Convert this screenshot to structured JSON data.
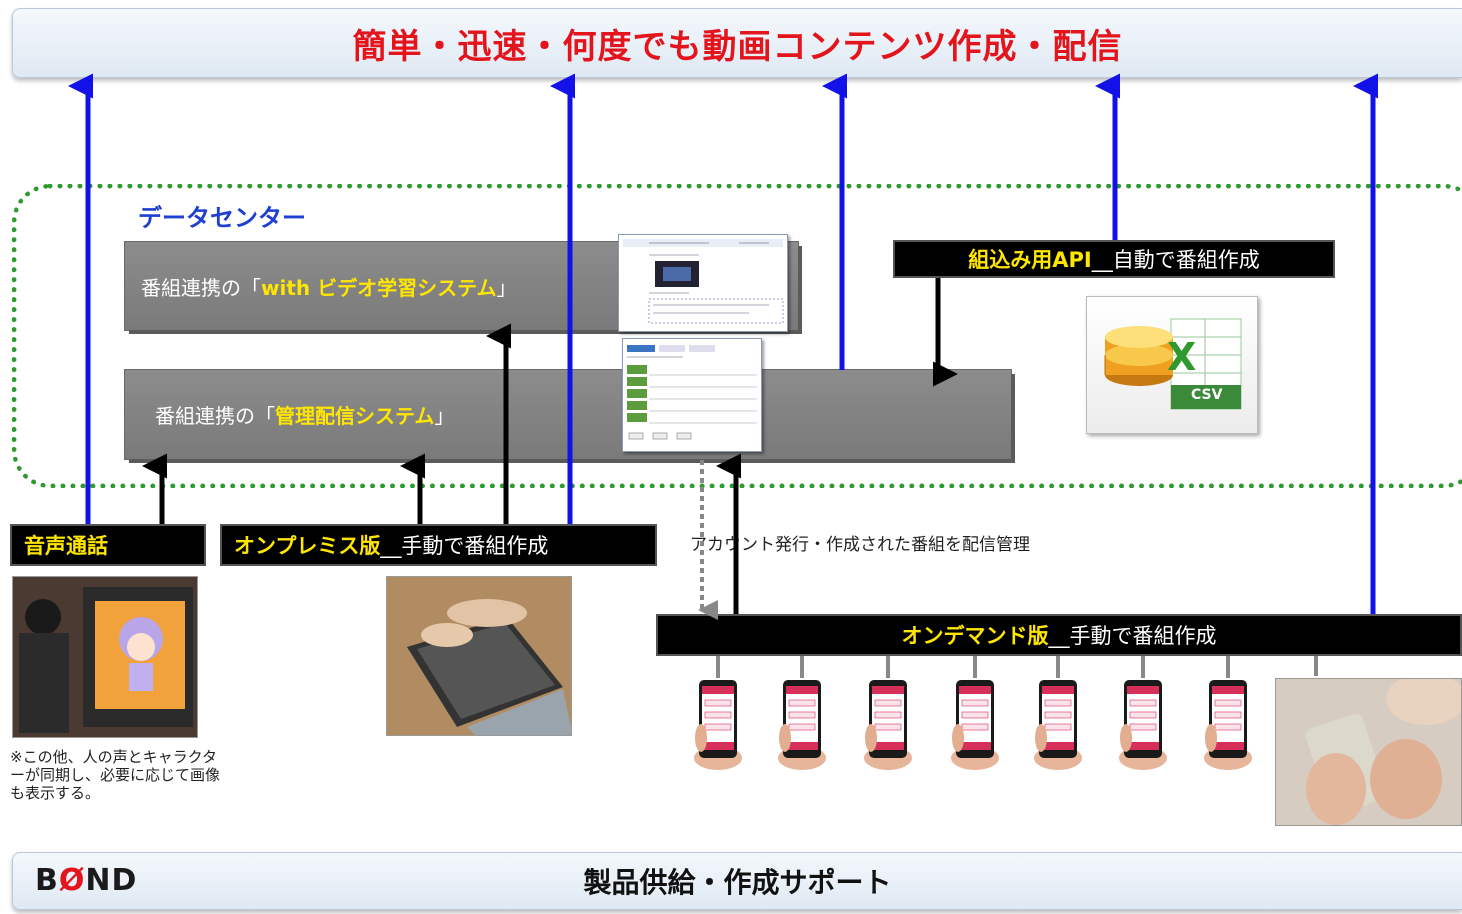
{
  "header": {
    "title": "簡単・迅速・何度でも動画コンテンツ作成・配信"
  },
  "datacenter": {
    "label": "データセンター"
  },
  "systems": {
    "with_prefix": "番組連携の「",
    "with_name": "with ビデオ学習システム",
    "with_suffix": "」",
    "kanri_prefix": "番組連携の「",
    "kanri_name": "管理配信システム",
    "kanri_suffix": "」"
  },
  "bars": {
    "api_highlight": "組込み用API",
    "api_rest": "__自動で番組作成",
    "voice": "音声通話",
    "onprem_highlight": "オンプレミス版",
    "onprem_rest": "__手動で番組作成",
    "ondemand_highlight": "オンデマンド版",
    "ondemand_rest": "__手動で番組作成"
  },
  "account_text": "アカウント発行・作成された番組を配信管理",
  "note_text": "※この他、人の声とキャラクターが同期し、必要に応じて画像も表示する。",
  "csv_label": "CSV",
  "csv_letter": "X",
  "footer": {
    "logo_b": "B",
    "logo_slash": "Ø",
    "logo_nd": "ND",
    "title": "製品供給・作成サポート"
  },
  "colors": {
    "title_red": "#e4141c",
    "arrow_blue": "#1212e8",
    "dotted_green": "#2f9a2f",
    "label_yellow": "#ffe600"
  }
}
